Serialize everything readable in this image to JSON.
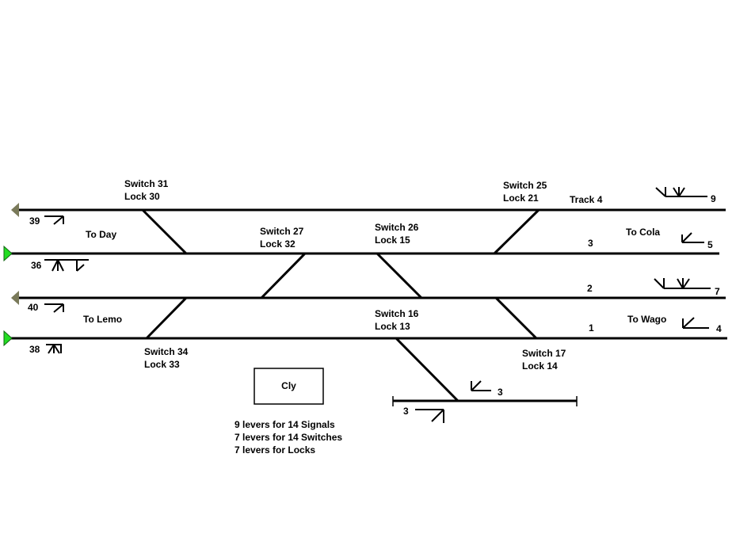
{
  "switches": {
    "s31": {
      "switch": "Switch 31",
      "lock": "Lock 30"
    },
    "s27": {
      "switch": "Switch 27",
      "lock": "Lock 32"
    },
    "s26": {
      "switch": "Switch 26",
      "lock": "Lock 15"
    },
    "s25": {
      "switch": "Switch 25",
      "lock": "Lock 21"
    },
    "s16": {
      "switch": "Switch 16",
      "lock": "Lock 13"
    },
    "s34": {
      "switch": "Switch 34",
      "lock": "Lock 33"
    },
    "s17": {
      "switch": "Switch 17",
      "lock": "Lock 14"
    }
  },
  "tracks": {
    "track4": "Track 4",
    "t3": "3",
    "t2": "2",
    "t1": "1"
  },
  "destinations": {
    "day": "To Day",
    "lemo": "To Lemo",
    "cola": "To Cola",
    "wago": "To Wago"
  },
  "signals": {
    "left": [
      "39",
      "36",
      "40",
      "38"
    ],
    "right": [
      "9",
      "5",
      "7",
      "4"
    ],
    "siding_right": "3",
    "siding_left": "3"
  },
  "cabin": "Cly",
  "notes": [
    "9 levers for 14 Signals",
    "7 levers for 14 Switches",
    "7 levers for Locks"
  ],
  "colors": {
    "green_signal": "#22dd22",
    "olive_signal": "#7a7a5a"
  }
}
